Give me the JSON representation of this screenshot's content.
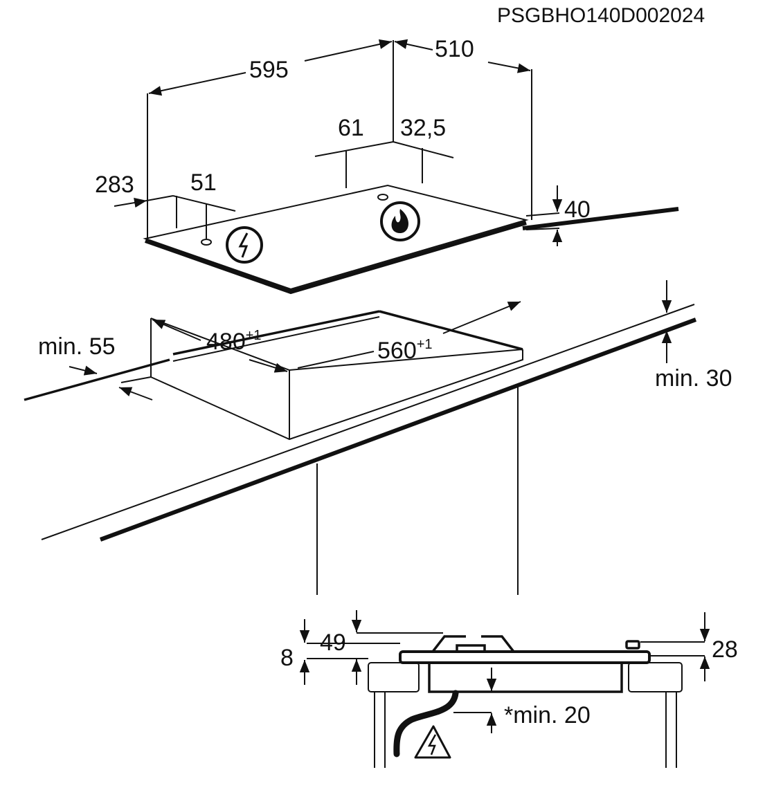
{
  "drawing_code": "PSGBHO140D002024",
  "dimensions": {
    "width": "595",
    "depth": "510",
    "gas_offset_a": "61",
    "gas_offset_b": "32,5",
    "elec_offset_a": "283",
    "elec_offset_b": "51",
    "height": "40",
    "cutout_depth": "480",
    "cutout_depth_tol": "+1",
    "cutout_width": "560",
    "cutout_width_tol": "+1",
    "min_front": "min. 55",
    "min_worktop": "min. 30",
    "plate": "8",
    "total_height": "49",
    "knob_height": "28",
    "min_below": "*min. 20"
  },
  "icons": [
    "electric-connection-icon",
    "gas-connection-icon",
    "electric-hazard-warning-icon"
  ]
}
